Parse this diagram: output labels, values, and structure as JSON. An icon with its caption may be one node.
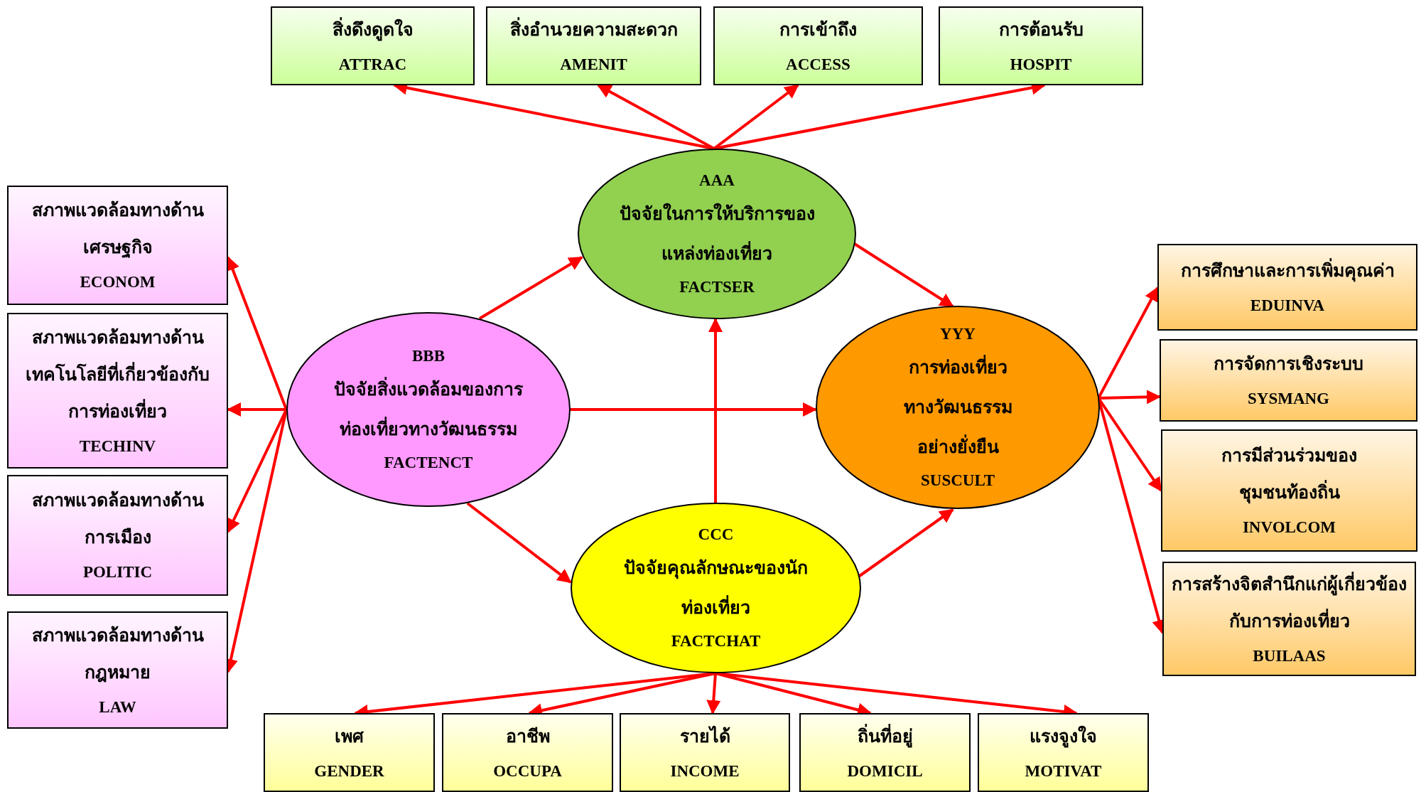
{
  "diagram": {
    "nodes": [
      {
        "text": [
          "สิ่งดึงดูดใจ",
          "ATTRAC"
        ]
      },
      {
        "text": [
          "สิ่งอำนวยความสะดวก",
          "AMENIT"
        ]
      },
      {
        "text": [
          "การเข้าถึง",
          "ACCESS"
        ]
      },
      {
        "text": [
          "การต้อนรับ",
          "HOSPIT"
        ]
      },
      {
        "text": [
          "AAA",
          "ปัจจัยในการให้บริการของแหล่งท่องเที่ยว",
          "FACTSER"
        ]
      },
      {
        "text": [
          "สภาพแวดล้อมทางด้านเศรษฐกิจ",
          "ECONOM"
        ]
      },
      {
        "text": [
          "สภาพแวดล้อมทางด้านเทคโนโลยีที่เกี่ยวข้องกับการท่องเที่ยว",
          "TECHINV"
        ]
      },
      {
        "text": [
          "สภาพแวดล้อมทางด้านการเมือง",
          "POLITIC"
        ]
      },
      {
        "text": [
          "สภาพแวดล้อมทางด้านกฎหมาย",
          "LAW"
        ]
      },
      {
        "text": [
          "BBB",
          "ปัจจัยสิ่งแวดล้อมของการท่องเที่ยวทางวัฒนธรรม",
          "FACTENCT"
        ]
      },
      {
        "text": [
          "YYY",
          "การท่องเที่ยวทางวัฒนธรรมอย่างยั่งยืน",
          "SUSCULT"
        ]
      },
      {
        "text": [
          "การศึกษาและการเพิ่มคุณค่า",
          "EDUINVA"
        ]
      },
      {
        "text": [
          "การจัดการเชิงระบบ",
          "SYSMANG"
        ]
      },
      {
        "text": [
          "การมีส่วนร่วมของชุมชนท้องถิ่น",
          "INVOLCOM"
        ]
      },
      {
        "text": [
          "การสร้างจิตสำนึกแก่ผู้เกี่ยวข้องกับการท่องเที่ยว",
          "BUILAAS"
        ]
      },
      {
        "text": [
          "CCC",
          "ปัจจัยคุณลักษณะของนักท่องเที่ยว",
          "FACTCHAT"
        ]
      },
      {
        "text": [
          "เพศ",
          "GENDER"
        ]
      },
      {
        "text": [
          "อาชีพ",
          "OCCUPA"
        ]
      },
      {
        "text": [
          "รายได้",
          "INCOME"
        ]
      },
      {
        "text": [
          "ถิ่นที่อยู่",
          "DOMICIL"
        ]
      },
      {
        "text": [
          "แรงจูงใจ",
          "MOTIVAT"
        ]
      }
    ],
    "edges": [
      {
        "from": 4,
        "to": 0,
        "arrow": "to"
      },
      {
        "from": 4,
        "to": 1,
        "arrow": "to"
      },
      {
        "from": 4,
        "to": 2,
        "arrow": "to"
      },
      {
        "from": 4,
        "to": 3,
        "arrow": "to"
      },
      {
        "from": 9,
        "to": 5,
        "arrow": "to"
      },
      {
        "from": 9,
        "to": 6,
        "arrow": "to"
      },
      {
        "from": 9,
        "to": 7,
        "arrow": "to"
      },
      {
        "from": 9,
        "to": 8,
        "arrow": "to"
      },
      {
        "from": 9,
        "to": 4,
        "arrow": "to"
      },
      {
        "from": 4,
        "to": 10,
        "arrow": "to"
      },
      {
        "from": 9,
        "to": 10,
        "arrow": "to"
      },
      {
        "from": 9,
        "to": 15,
        "arrow": "to"
      },
      {
        "from": 15,
        "to": 4,
        "arrow": "to"
      },
      {
        "from": 15,
        "to": 10,
        "arrow": "to"
      },
      {
        "from": 10,
        "to": 11,
        "arrow": "to"
      },
      {
        "from": 10,
        "to": 12,
        "arrow": "to"
      },
      {
        "from": 10,
        "to": 13,
        "arrow": "to"
      },
      {
        "from": 10,
        "to": 14,
        "arrow": "to"
      },
      {
        "from": 15,
        "to": 16,
        "arrow": "to"
      },
      {
        "from": 15,
        "to": 17,
        "arrow": "to"
      },
      {
        "from": 15,
        "to": 18,
        "arrow": "to"
      },
      {
        "from": 15,
        "to": 19,
        "arrow": "to"
      },
      {
        "from": 15,
        "to": 20,
        "arrow": "to"
      }
    ]
  }
}
